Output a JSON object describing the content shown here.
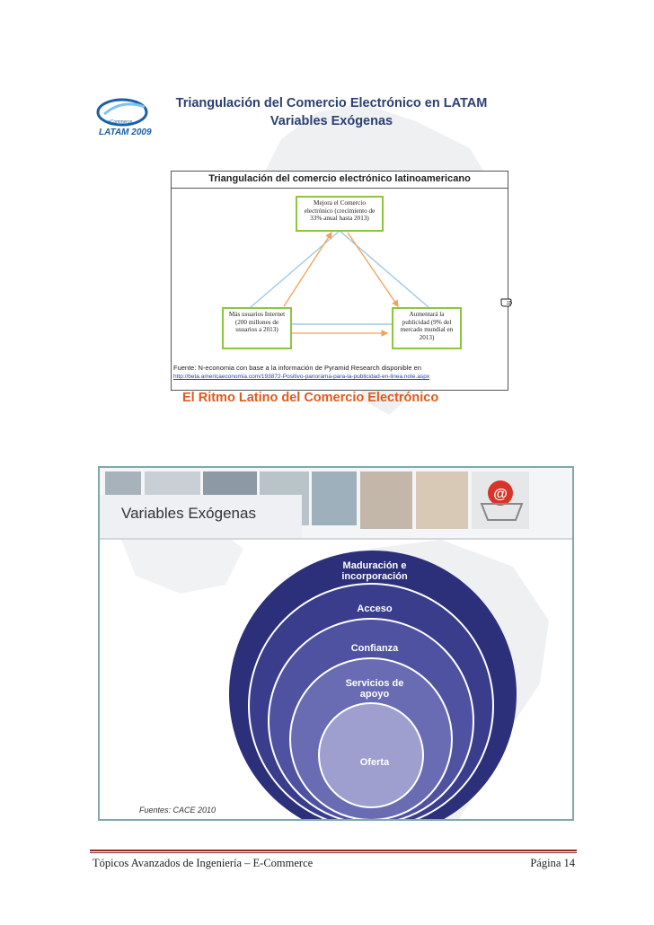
{
  "slide1": {
    "logo": {
      "brand_small": "eCommerce",
      "brand": "LATAM 2009"
    },
    "title_line1": "Triangulación del Comercio Electrónico en LATAM",
    "title_line2": "Variables Exógenas",
    "figure": {
      "title": "Triangulación del comercio electrónico latinoamericano",
      "top_box": "Mejora el Comercio electrónico (crecimiento de 33% anual hasta 2013)",
      "left_box": "Más usuarios Internet (200 millones de usuarios a 2013)",
      "right_box": "Aumentará la publicidad (9% del mercado mundial en 2013)",
      "source": "Fuente: N-economia con base a la información de Pyramid Research disponible en",
      "url": "http://beta.americaeconomia.com/193872-Positivo-panorama-para-la-publicidad-en-linea.note.aspx"
    },
    "footer_title": "El Ritmo Latino del Comercio Electrónico"
  },
  "slide2": {
    "title": "Variables Exógenas",
    "circles": [
      {
        "label_line1": "Maduración e",
        "label_line2": "incorporación",
        "color": "#2c2f7a"
      },
      {
        "label_line1": "Acceso",
        "label_line2": "",
        "color": "#3a3d8c"
      },
      {
        "label_line1": "Confianza",
        "label_line2": "",
        "color": "#4f52a0"
      },
      {
        "label_line1": "Servicios de",
        "label_line2": "apoyo",
        "color": "#6a6cb3"
      },
      {
        "label_line1": "Oferta",
        "label_line2": "",
        "color": "#9e9fcf"
      }
    ],
    "source": "Fuentes:  CACE 2010"
  },
  "footer": {
    "left": "Tópicos Avanzados de Ingeniería – E-Commerce",
    "right": "Página 14",
    "rule_color": "#8c2a22"
  },
  "icons": {
    "hand": "pointing-hand-icon"
  }
}
